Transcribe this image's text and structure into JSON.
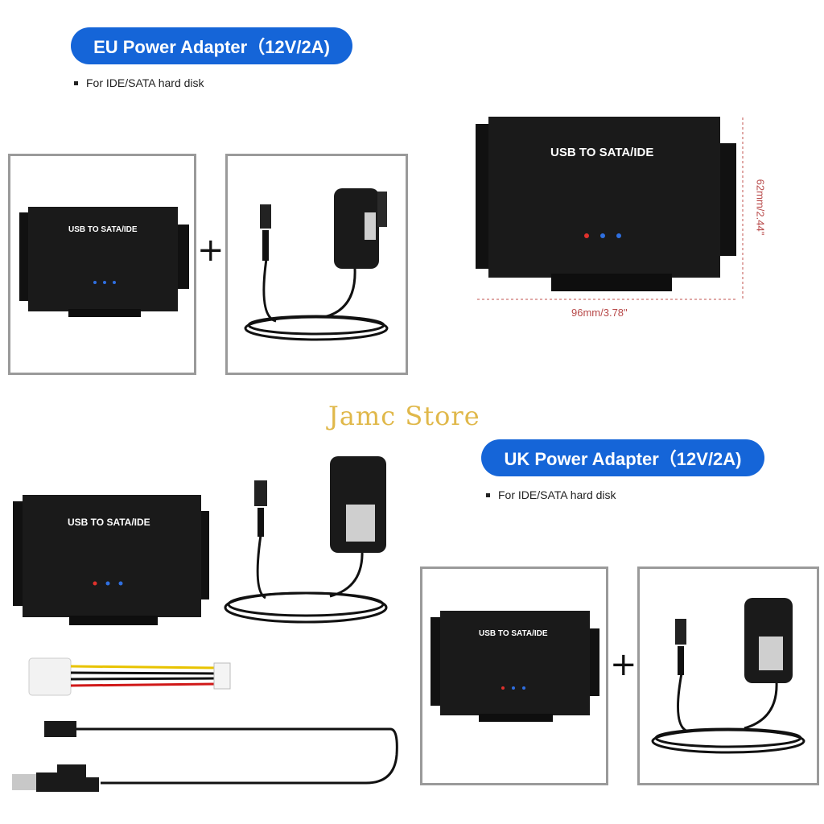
{
  "eu": {
    "title": "EU Power Adapter（12V/2A)",
    "bullet": "For IDE/SATA hard disk"
  },
  "uk": {
    "title": "UK Power Adapter（12V/2A)",
    "bullet": "For IDE/SATA hard disk"
  },
  "device": {
    "label": "USB TO SATA/IDE"
  },
  "dimensions": {
    "width": "96mm/3.78\"",
    "height": "62mm/2.44\""
  },
  "store": "Jamc Store",
  "colors": {
    "pill": "#1565d8",
    "device": "#1a1a1a",
    "led_red": "#e0312c",
    "led_blue": "#2f6fe0",
    "dim_line": "#c0504d",
    "store_text": "#e0b84a",
    "frame": "#9a9a9a"
  },
  "icons": [
    "plus-icon",
    "bullet-icon"
  ]
}
